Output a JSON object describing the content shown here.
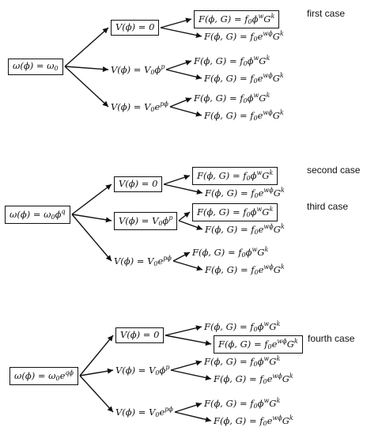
{
  "blocks": [
    {
      "root": "ω(ϕ) = ω_0",
      "branches": [
        {
          "v": "V(ϕ) = 0",
          "v_boxed": true,
          "f": [
            {
              "text": "F(ϕ, G) = f_0ϕ^wG^k",
              "boxed": true,
              "case": "first case"
            },
            {
              "text": "F(ϕ, G) = f_0e^{wϕ}G^k",
              "boxed": false
            }
          ]
        },
        {
          "v": "V(ϕ) = V_0ϕ^p",
          "v_boxed": false,
          "f": [
            {
              "text": "F(ϕ, G) = f_0ϕ^wG^k",
              "boxed": false
            },
            {
              "text": "F(ϕ, G) = f_0e^{wϕ}G^k",
              "boxed": false
            }
          ]
        },
        {
          "v": "V(ϕ) = V_0e^{pϕ}",
          "v_boxed": false,
          "f": [
            {
              "text": "F(ϕ, G) = f_0ϕ^wG^k",
              "boxed": false
            },
            {
              "text": "F(ϕ, G) = f_0e^{wϕ}G^k",
              "boxed": false
            }
          ]
        }
      ]
    },
    {
      "root": "ω(ϕ) = ω_0ϕ^q",
      "branches": [
        {
          "v": "V(ϕ) = 0",
          "v_boxed": true,
          "f": [
            {
              "text": "F(ϕ, G) = f_0ϕ^wG^k",
              "boxed": true,
              "case": "second case"
            },
            {
              "text": "F(ϕ, G) = f_0e^{wϕ}G^k",
              "boxed": false
            }
          ]
        },
        {
          "v": "V(ϕ) = V_0ϕ^p",
          "v_boxed": true,
          "f": [
            {
              "text": "F(ϕ, G) = f_0ϕ^wG^k",
              "boxed": true,
              "case": "third case"
            },
            {
              "text": "F(ϕ, G) = f_0e^{wϕ}G^k",
              "boxed": false
            }
          ]
        },
        {
          "v": "V(ϕ) = V_0e^{pϕ}",
          "v_boxed": false,
          "f": [
            {
              "text": "F(ϕ, G) = f_0ϕ^wG^k",
              "boxed": false
            },
            {
              "text": "F(ϕ, G) = f_0e^{wϕ}G^k",
              "boxed": false
            }
          ]
        }
      ]
    },
    {
      "root": "ω(ϕ) = ω_0e^{qϕ}",
      "branches": [
        {
          "v": "V(ϕ) = 0",
          "v_boxed": true,
          "f": [
            {
              "text": "F(ϕ, G) = f_0ϕ^wG^k",
              "boxed": false
            },
            {
              "text": "F(ϕ, G) = f_0e^{wϕ}G^k",
              "boxed": true,
              "case": "fourth case"
            }
          ]
        },
        {
          "v": "V(ϕ) = V_0ϕ^p",
          "v_boxed": false,
          "f": [
            {
              "text": "F(ϕ, G) = f_0ϕ^wG^k",
              "boxed": false
            },
            {
              "text": "F(ϕ, G) = f_0e^{wϕ}G^k",
              "boxed": false
            }
          ]
        },
        {
          "v": "V(ϕ) = V_0e^{pϕ}",
          "v_boxed": false,
          "f": [
            {
              "text": "F(ϕ, G) = f_0ϕ^wG^k",
              "boxed": false
            },
            {
              "text": "F(ϕ, G) = f_0e^{wϕ}G^k",
              "boxed": false
            }
          ]
        }
      ]
    }
  ]
}
